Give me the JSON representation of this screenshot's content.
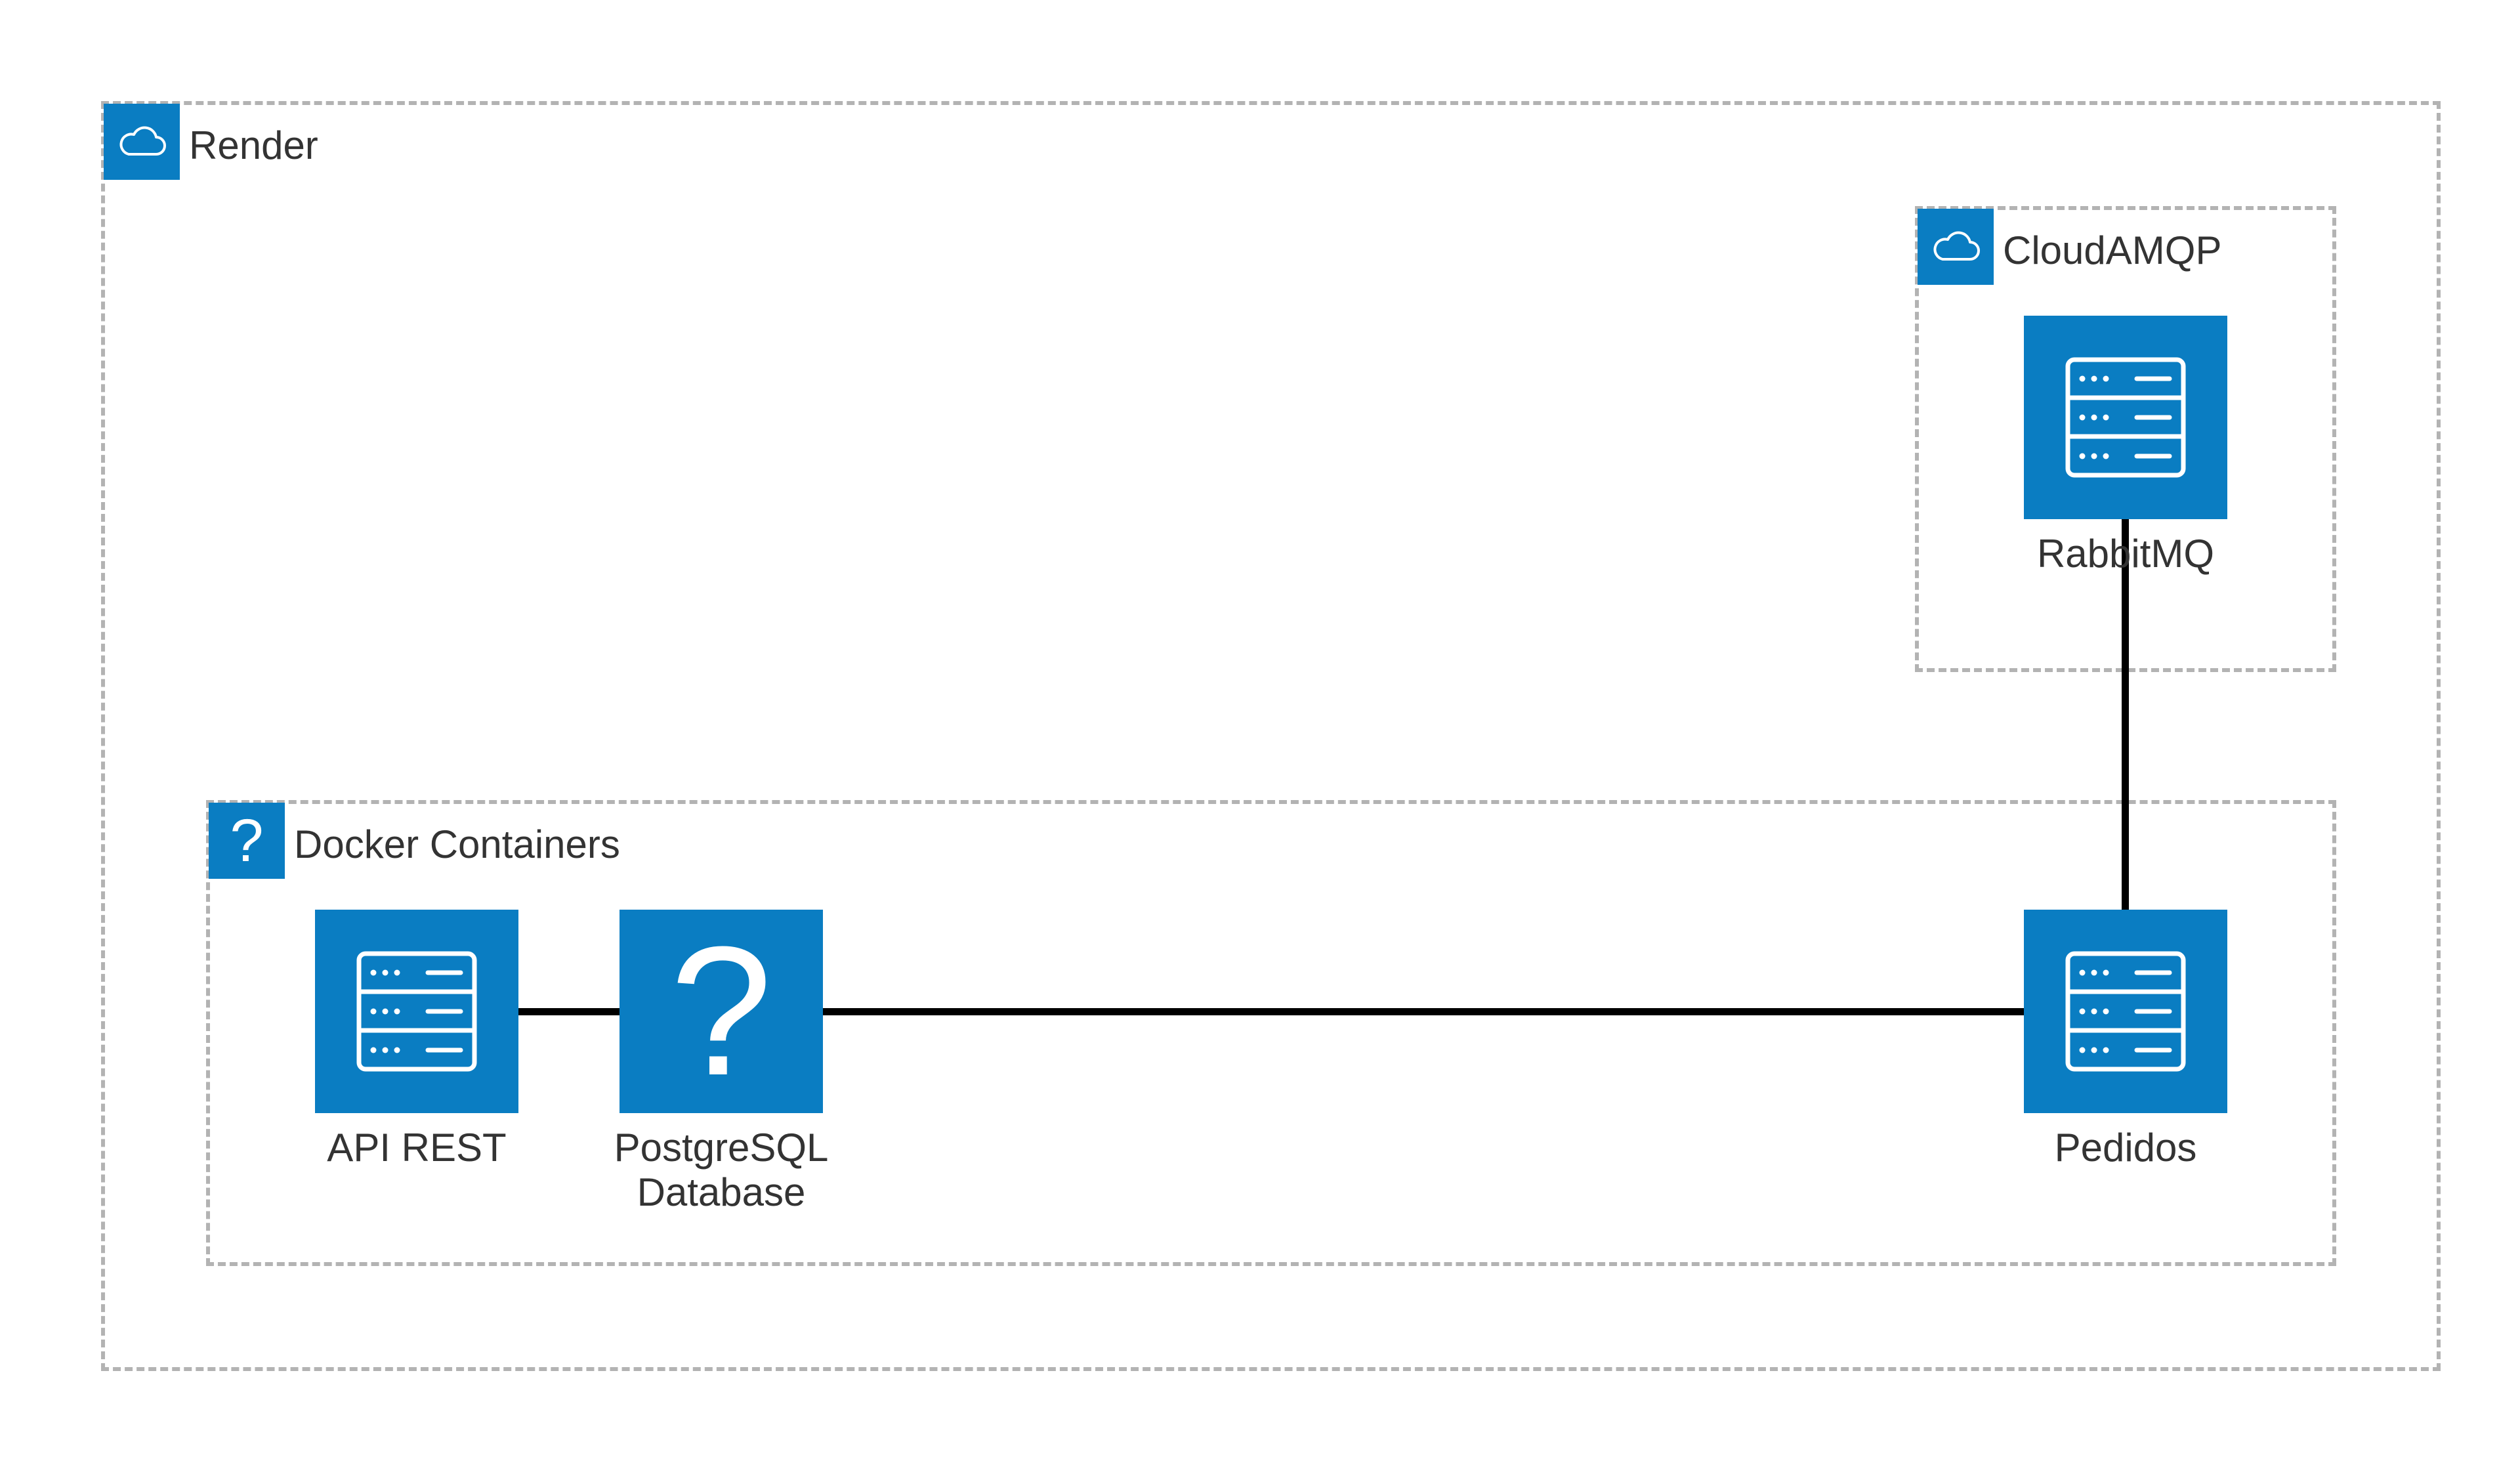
{
  "groups": {
    "render": {
      "label": "Render",
      "icon": "cloud-icon"
    },
    "cloudamqp": {
      "label": "CloudAMQP",
      "icon": "cloud-icon"
    },
    "docker": {
      "label": "Docker Containers",
      "icon": "question-icon"
    }
  },
  "nodes": {
    "rabbitmq": {
      "label": "RabbitMQ",
      "icon": "server-icon"
    },
    "api_rest": {
      "label": "API REST",
      "icon": "server-icon"
    },
    "postgres": {
      "line1": "PostgreSQL",
      "line2": "Database",
      "icon": "question-icon"
    },
    "pedidos": {
      "label": "Pedidos",
      "icon": "server-icon"
    }
  },
  "connections": [
    {
      "from": "api_rest",
      "to": "postgres"
    },
    {
      "from": "postgres",
      "to": "pedidos"
    },
    {
      "from": "pedidos",
      "to": "rabbitmq"
    }
  ],
  "colors": {
    "accent": "#0a7dc2",
    "group_border": "#b3b3b3",
    "connector": "#000000",
    "text": "#333333"
  }
}
